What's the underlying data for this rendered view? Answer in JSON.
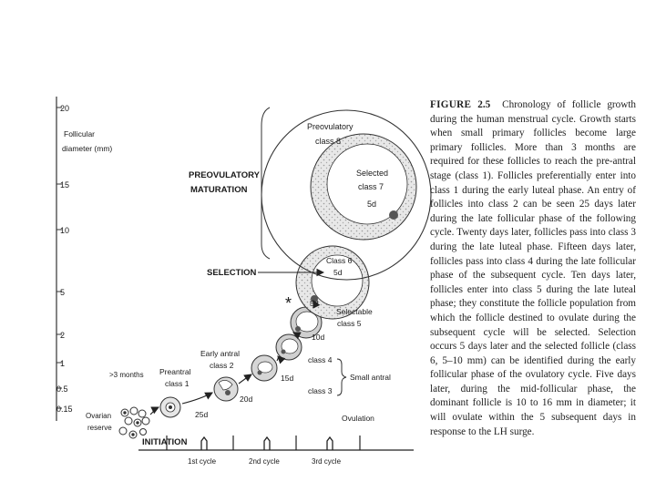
{
  "axis": {
    "title_line1": "Follicular",
    "title_line2": "diameter (mm)",
    "ticks": [
      "20",
      "15",
      "10",
      "5",
      "2",
      "1",
      "0.5",
      "0.15"
    ]
  },
  "labels": {
    "preovulatory_maturation_1": "PREOVULATORY",
    "preovulatory_maturation_2": "MATURATION",
    "selection": "SELECTION",
    "initiation": "INITIATION",
    "preovulatory_class_1": "Preovulatory",
    "preovulatory_class_2": "class 8",
    "selected_1": "Selected",
    "selected_2": "class 7",
    "selected_3": "5d",
    "class6_1": "Class 6",
    "class6_2": "5d",
    "asterisk": "*",
    "selectable_days": "5d",
    "selectable_1": "Selectable",
    "selectable_2": "class 5",
    "d10": "10d",
    "early_antral_1": "Early antral",
    "early_antral_2": "class 2",
    "class4": "class 4",
    "class3": "class 3",
    "small_antral": "Small antral",
    "d15": "15d",
    "d20": "20d",
    "d25": "25d",
    "months": ">3 months",
    "preantral_1": "Preantral",
    "preantral_2": "class 1",
    "ovarian_1": "Ovarian",
    "ovarian_2": "reserve",
    "ovulation": "Ovulation",
    "cycle1": "1st cycle",
    "cycle2": "2nd cycle",
    "cycle3": "3rd cycle"
  },
  "caption": {
    "figure_label": "FIGURE",
    "figure_number": "2.5",
    "text": "Chronology of follicle growth during the human menstrual cycle. Growth starts when small primary follicles become large primary follicles. More than 3 months are required for these follicles to reach the pre-antral stage (class 1). Follicles preferentially enter into class 1 during the early luteal phase. An entry of follicles into class 2 can be seen 25 days later during the late follicular phase of the following cycle. Twenty days later, follicles pass into class 3 during the late luteal phase. Fifteen days later, follicles pass into class 4 during the late follicular phase of the subsequent cycle. Ten days later, follicles enter into class 5 during the late luteal phase; they constitute the follicle population from which the follicle destined to ovulate during the subsequent cycle will be selected. Selection occurs 5 days later and the selected follicle (class 6, 5–10 mm) can be identified during the early follicular phase of the ovulatory cycle. Five days later, during the mid-follicular phase, the dominant follicle is 10 to 16 mm in diameter; it will ovulate within the 5 subsequent days in response to the LH surge."
  }
}
